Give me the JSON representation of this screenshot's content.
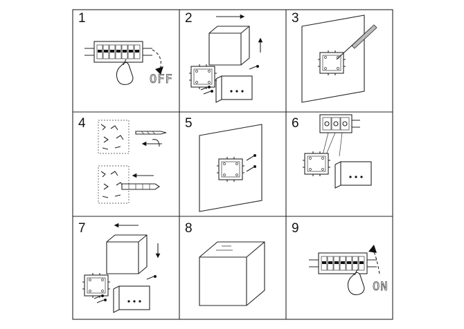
{
  "steps": [
    {
      "number": "1",
      "caption": "OFF"
    },
    {
      "number": "2",
      "caption": ""
    },
    {
      "number": "3",
      "caption": ""
    },
    {
      "number": "4",
      "caption": ""
    },
    {
      "number": "5",
      "caption": ""
    },
    {
      "number": "6",
      "caption": ""
    },
    {
      "number": "7",
      "caption": ""
    },
    {
      "number": "8",
      "caption": ""
    },
    {
      "number": "9",
      "caption": "ON"
    }
  ],
  "colors": {
    "line": "#222222",
    "background": "#ffffff"
  },
  "icons": [
    "arrow-right-icon",
    "arrow-left-icon",
    "arrow-up-icon",
    "arrow-down-icon",
    "rotate-arrow-icon",
    "hand-icon",
    "screwdriver-icon",
    "drill-bit-icon",
    "wall-plug-icon",
    "screw-icon"
  ]
}
